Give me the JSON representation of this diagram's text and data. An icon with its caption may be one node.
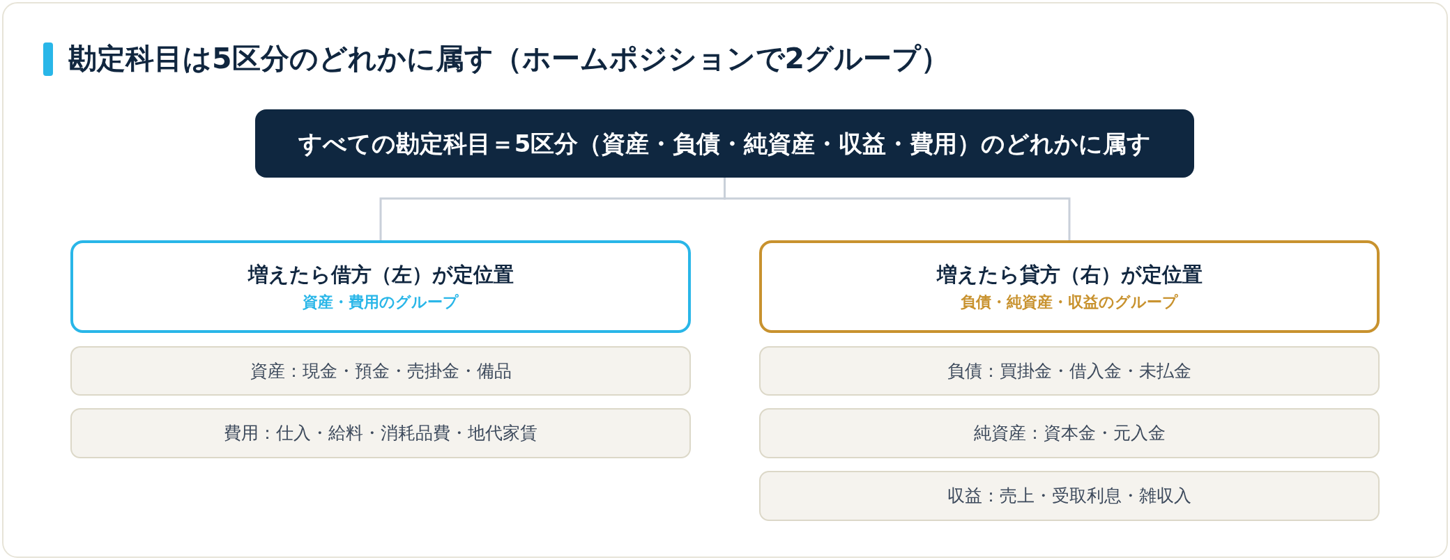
{
  "diagram": {
    "title": "勘定科目は5区分のどれかに属す（ホームポジションで2グループ）",
    "nodes": [
      {
        "text": [
          "すべての勘定科目＝5区分（資産・負債・純資産・収益・費用）のどれかに属す"
        ]
      },
      {
        "text": [
          "増えたら借方（左）が定位置",
          "資産・費用のグループ"
        ]
      },
      {
        "text": [
          "資産：現金・預金・売掛金・備品"
        ]
      },
      {
        "text": [
          "費用：仕入・給料・消耗品費・地代家賃"
        ]
      },
      {
        "text": [
          "増えたら貸方（右）が定位置",
          "負債・純資産・収益のグループ"
        ]
      },
      {
        "text": [
          "負債：買掛金・借入金・未払金"
        ]
      },
      {
        "text": [
          "純資産：資本金・元入金"
        ]
      },
      {
        "text": [
          "収益：売上・受取利息・雑収入"
        ]
      }
    ],
    "edges": [
      {
        "from": 0,
        "to": 1,
        "arrow": "none"
      },
      {
        "from": 0,
        "to": 4,
        "arrow": "none"
      }
    ]
  }
}
